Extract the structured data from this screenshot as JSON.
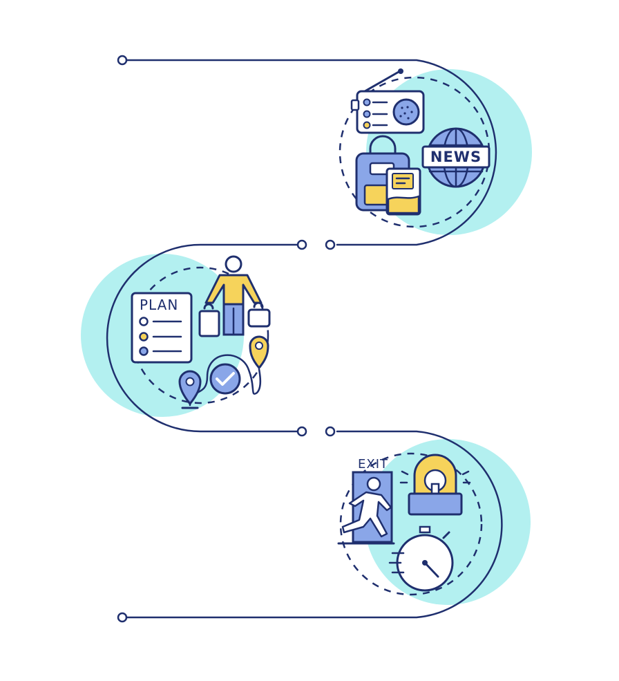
{
  "colors": {
    "line": "#1f2f6e",
    "accent_circle": "#b3f0f0",
    "yellow": "#f6d35b",
    "blue": "#8aa6e8",
    "white": "#ffffff"
  },
  "steps": [
    {
      "id": "step-1",
      "icons": [
        "radio-icon",
        "backpack-icon",
        "id-card-icon",
        "news-globe-icon"
      ],
      "news_label": "NEWS"
    },
    {
      "id": "step-2",
      "icons": [
        "plan-checklist-icon",
        "person-with-bags-icon",
        "route-pins-icon",
        "checkmark-icon"
      ],
      "plan_label": "PLAN"
    },
    {
      "id": "step-3",
      "icons": [
        "exit-sign-icon",
        "running-person-icon",
        "emergency-light-icon",
        "stopwatch-icon"
      ],
      "exit_label": "EXIT"
    }
  ]
}
